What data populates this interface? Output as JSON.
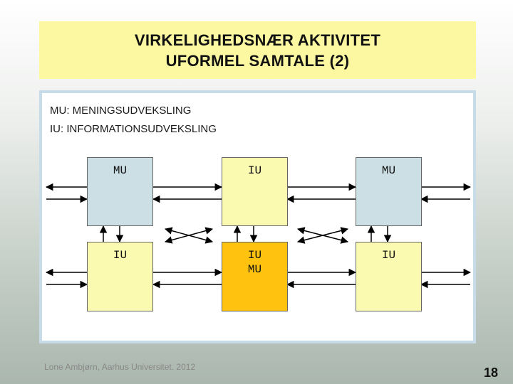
{
  "title": {
    "line1": "VIRKELIGHEDSNÆR AKTIVITET",
    "line2": "UFORMEL SAMTALE (2)"
  },
  "definitions": {
    "mu": "MU: MENINGSUDVEKSLING",
    "iu": "IU: INFORMATIONSUDVEKSLING"
  },
  "boxes": {
    "top_left": "MU",
    "top_middle": "IU",
    "top_right": "MU",
    "bottom_left": "IU",
    "bottom_middle_line1": "IU",
    "bottom_middle_line2": "MU",
    "bottom_right": "IU"
  },
  "colors": {
    "blue_box": "#ccdfe5",
    "yellow_box": "#fafab0",
    "orange_box": "#ffc20e",
    "title_bg": "#fbf8a1"
  },
  "footer": "Lone Ambjørn, Aarhus Universitet. 2012",
  "page_number": "18"
}
